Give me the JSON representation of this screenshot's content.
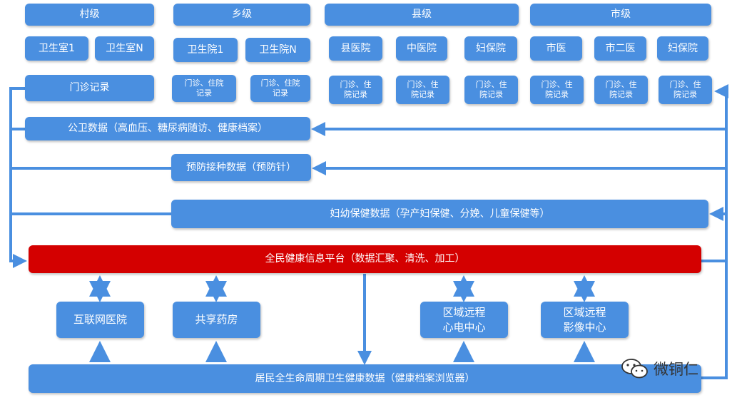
{
  "colors": {
    "box": "#4a8fe0",
    "platform": "#d40000",
    "arrow": "#4a8fe0"
  },
  "tiers": {
    "village": "村级",
    "township": "乡级",
    "county": "县级",
    "city": "市级"
  },
  "facilities": {
    "clinic1": "卫生室1",
    "clinicN": "卫生室N",
    "hospital1": "卫生院1",
    "hospitalN": "卫生院N",
    "county_hospital": "县医院",
    "tcm_hospital": "中医院",
    "county_mch": "妇保院",
    "city_hospital": "市医",
    "city_second_hospital": "市二医",
    "city_mch": "妇保院"
  },
  "records": {
    "village": "门诊记录",
    "township1": "门诊、住院\n记录",
    "townshipN": "门诊、住院\n记录",
    "county_hospital": "门诊、住\n院记录",
    "tcm_hospital": "门诊、住\n院记录",
    "county_mch": "门诊、住\n院记录",
    "city_hospital": "门诊、住\n院记录",
    "city_second_hospital": "门诊、住\n院记录",
    "city_mch": "门诊、住\n院记录"
  },
  "data_bars": {
    "public_health": "公卫数据（高血压、糖尿病随访、健康档案）",
    "vaccination": "预防接种数据（预防针）",
    "maternal_child": "妇幼保健数据（孕产妇保健、分娩、儿童保健等）"
  },
  "platform": "全民健康信息平台（数据汇聚、清洗、加工）",
  "services": {
    "internet_hospital": "互联网医院",
    "shared_pharmacy": "共享药房",
    "remote_ecg": "区域远程\n心电中心",
    "remote_imaging": "区域远程\n影像中心"
  },
  "lifecycle": "居民全生命周期卫生健康数据（健康档案浏览器）",
  "watermark": {
    "icon": "wechat-icon",
    "text": "微铜仁"
  }
}
